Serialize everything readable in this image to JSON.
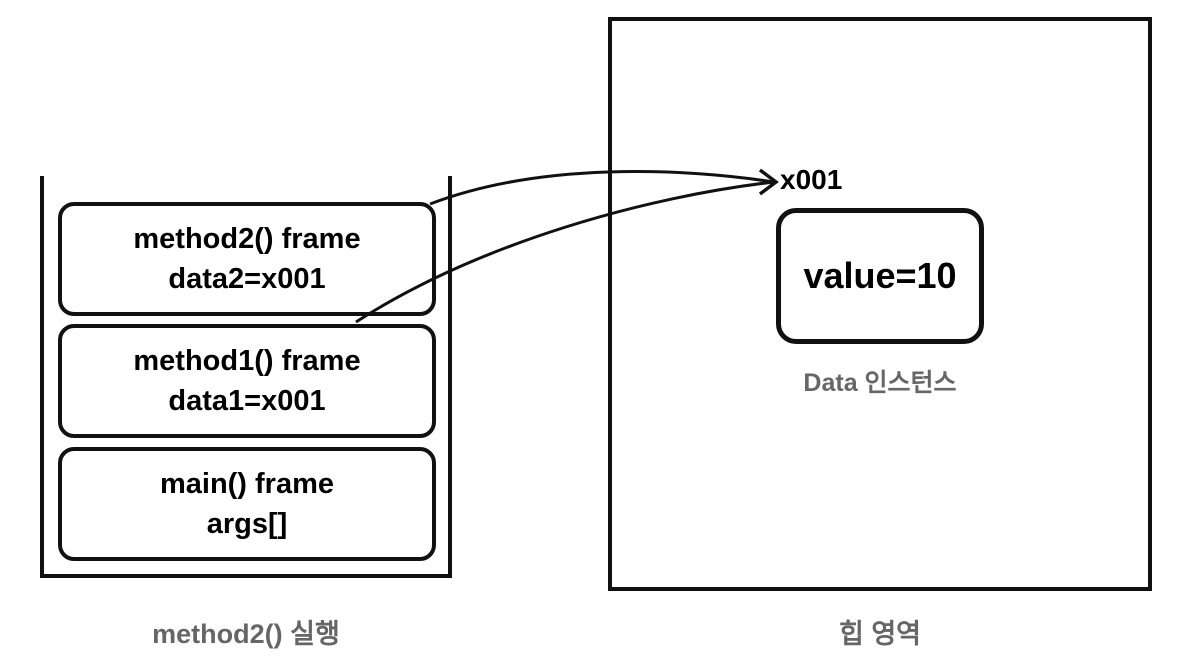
{
  "stack": {
    "frames": [
      {
        "line1": "method2() frame",
        "line2": "data2=x001"
      },
      {
        "line1": "method1() frame",
        "line2": "data1=x001"
      },
      {
        "line1": "main() frame",
        "line2": "args[]"
      }
    ],
    "caption": "method2() 실행"
  },
  "heap": {
    "address": "x001",
    "instance_value": "value=10",
    "instance_label": "Data 인스턴스",
    "caption": "힙 영역"
  }
}
